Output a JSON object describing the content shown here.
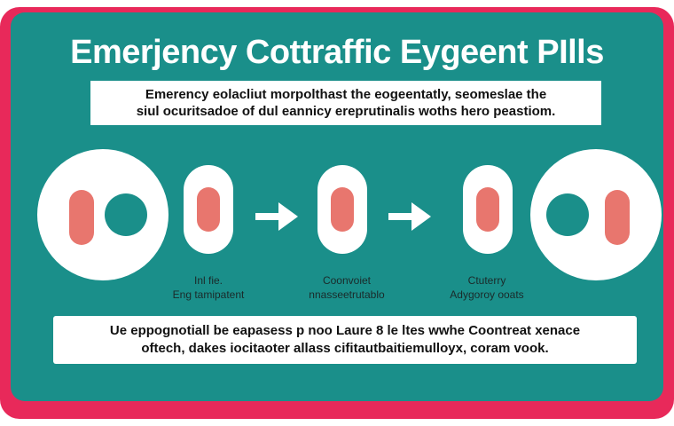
{
  "title": "Emerjency Cottraffic Eygeent PIlls",
  "intro": {
    "line1": "Emerency eolacliut morpolthast the eogeentatly, seomeslae the",
    "line2": "siul ocuritsadoe of dul eannicy ereprutinalis woths hero peastiom."
  },
  "stages": [
    {
      "label1": "Inl fie.",
      "label2": "Eng tamipatent"
    },
    {
      "label1": "Coonvoiet",
      "label2": "nnasseetrutablo"
    },
    {
      "label1": "Ctuterry",
      "label2": "Adygoroy ooats"
    }
  ],
  "note": {
    "line1": "Ue eppognotiall be eapasess p noo Laure 8 le ltes wwhe Coontreat xenace",
    "line2": "oftech, dakes iocitaoter allass cifitautbaitiemulloyx, coram vook."
  },
  "colors": {
    "border": "#e8295a",
    "panel": "#1a8f8a",
    "pill": "#e8766e",
    "white": "#ffffff"
  },
  "icons": [
    "pill-icon",
    "arrow-right-icon"
  ]
}
